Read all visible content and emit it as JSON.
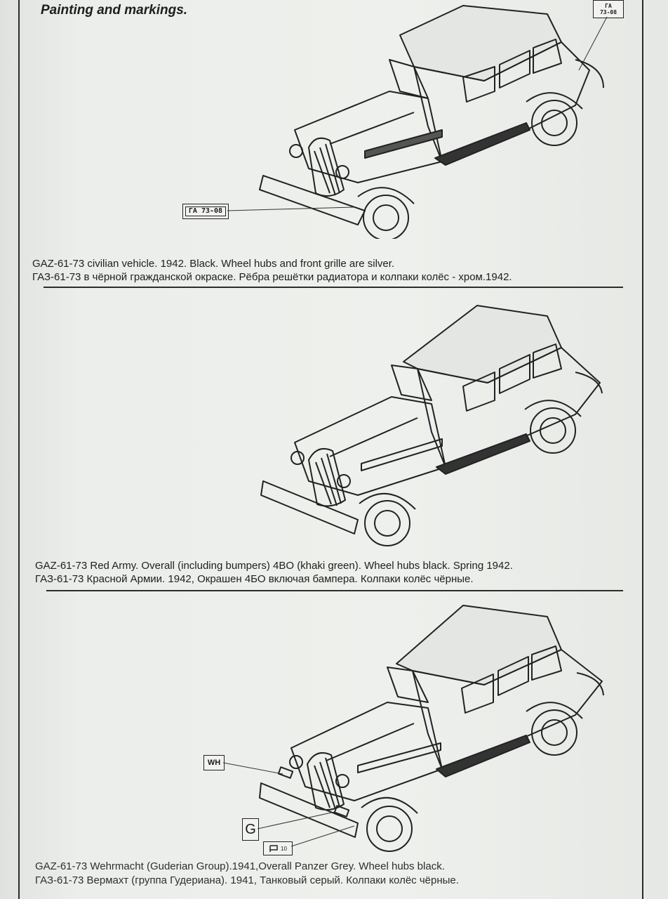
{
  "header": {
    "title": "Painting and markings."
  },
  "schemes": [
    {
      "caption_en": "GAZ-61-73 civilian vehicle. 1942. Black. Wheel hubs and front grille are silver.",
      "caption_ru": "ГАЗ-61-73 в чёрной гражданской окраске. Рёбра решётки радиатора и колпаки колёс - хром.1942.",
      "plate_front": "ГА 73-08",
      "plate_rear_top": "ГА",
      "plate_rear_bottom": "73-08"
    },
    {
      "caption_en": "GAZ-61-73 Red Army. Overall (including bumpers) 4BO (khaki green). Wheel hubs black. Spring 1942.",
      "caption_ru": "ГАЗ-61-73 Красной Армии. 1942, Окрашен 4БО включая бампера. Колпаки колёс чёрные."
    },
    {
      "caption_en": "GAZ-61-73 Wehrmacht (Guderian Group).1941,Overall Panzer Grey. Wheel hubs black.",
      "caption_ru": "ГАЗ-61-73 Вермахт (группа Гудериана). 1941, Танковый серый. Колпаки колёс чёрные.",
      "mark_wh": "WH",
      "mark_g": "G",
      "mark_flag_sub": "10"
    }
  ]
}
